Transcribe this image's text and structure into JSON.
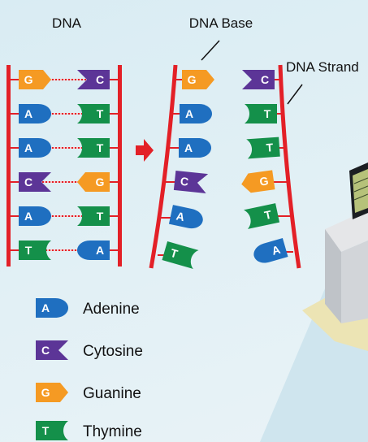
{
  "labels": {
    "dna": "DNA",
    "dna_base": "DNA Base",
    "dna_strand": "DNA Strand"
  },
  "pairs": [
    {
      "left": "G",
      "right": "C"
    },
    {
      "left": "A",
      "right": "T"
    },
    {
      "left": "A",
      "right": "T"
    },
    {
      "left": "C",
      "right": "G"
    },
    {
      "left": "A",
      "right": "T"
    },
    {
      "left": "T",
      "right": "A"
    }
  ],
  "legend": [
    {
      "letter": "A",
      "name": "Adenine"
    },
    {
      "letter": "C",
      "name": "Cytosine"
    },
    {
      "letter": "G",
      "name": "Guanine"
    },
    {
      "letter": "T",
      "name": "Thymine"
    }
  ],
  "colors": {
    "A": "#1f6fc0",
    "C": "#5c3597",
    "G": "#f59a23",
    "T": "#14904a",
    "strand": "#e32027",
    "arrow": "#e32027",
    "background": "#dcedf4"
  }
}
